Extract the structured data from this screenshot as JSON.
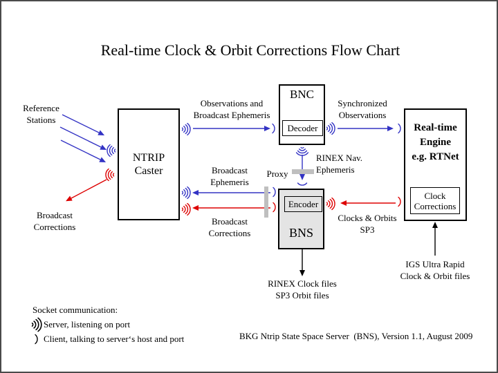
{
  "title": "Real-time Clock & Orbit Corrections Flow Chart",
  "colors": {
    "arrow_blue": "#3333c4",
    "arrow_red": "#dd0000",
    "arrow_black": "#000000",
    "bns_fill_gray": "#e4e4e4",
    "proxy_bar_gray": "#bfbfbf",
    "frame_border_gray": "#4a4a4a"
  },
  "nodes": {
    "ntrip_caster": {
      "line1": "NTRIP",
      "line2": "Caster"
    },
    "bnc": {
      "label": "BNC",
      "decoder": "Decoder"
    },
    "bns": {
      "label": "BNS",
      "encoder": "Encoder"
    },
    "engine": {
      "line1": "Real-time",
      "line2": "Engine",
      "line3": "e.g. RTNet"
    },
    "clock_corrections": {
      "line1": "Clock",
      "line2": "Corrections"
    }
  },
  "labels": {
    "reference_stations": [
      "Reference",
      "Stations"
    ],
    "broadcast_corrections_left": [
      "Broadcast",
      "Corrections"
    ],
    "observations": [
      "Observations and",
      "Broadcast Ephemeris"
    ],
    "synchronized": [
      "Synchronized",
      "Observations"
    ],
    "broadcast_ephemeris": [
      "Broadcast",
      "Ephemeris"
    ],
    "broadcast_corrections": [
      "Broadcast",
      "Corrections"
    ],
    "proxy": "Proxy",
    "rinex_nav": [
      "RINEX Nav.",
      "Ephemeris"
    ],
    "clocks_orbits": [
      "Clocks & Orbits",
      "SP3"
    ],
    "igs": [
      "IGS Ultra Rapid",
      "Clock & Orbit files"
    ],
    "rinex_files": [
      "RINEX Clock files",
      "SP3 Orbit files"
    ]
  },
  "legend": {
    "heading": "Socket communication:",
    "server_label": "Server, listening on port",
    "client_label": "Client, talking to server‘s host and port"
  },
  "footer": "BKG Ntrip State Space Server  (BNS), Version 1.1, August 2009"
}
